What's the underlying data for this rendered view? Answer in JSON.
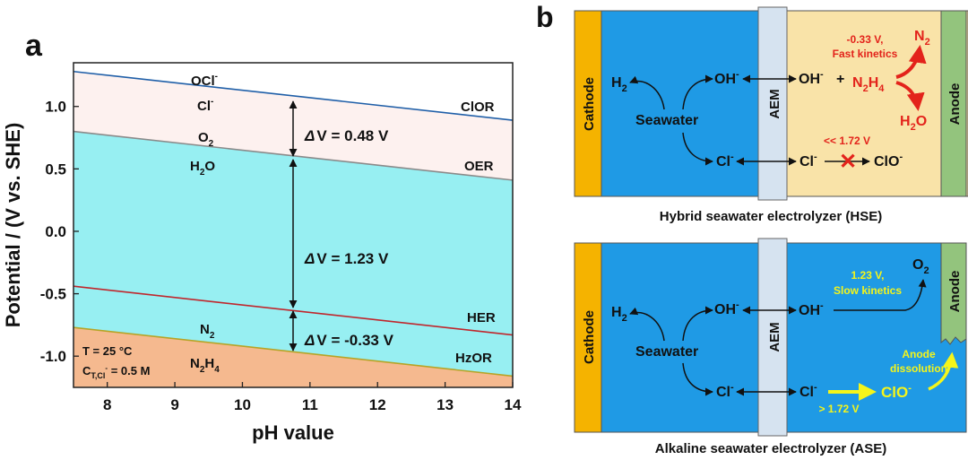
{
  "panel_a": {
    "label": "a",
    "y_axis_label": "Potential / (V vs. SHE)",
    "x_axis_label": "pH value",
    "x_ticks": [
      "8",
      "9",
      "10",
      "11",
      "12",
      "13",
      "14"
    ],
    "y_ticks": [
      "1.0",
      "0.5",
      "0.0",
      "-0.5",
      "-1.0"
    ],
    "line_labels": {
      "clor": "ClOR",
      "oer": "OER",
      "her": "HER",
      "hzor": "HzOR"
    },
    "species": {
      "ocl": "OCl",
      "ocl_sup": "-",
      "cl": "Cl",
      "cl_sup": "-",
      "o2": "O",
      "o2_sub": "2",
      "h2o_h": "H",
      "h2o_sub": "2",
      "h2o_o": "O",
      "n2": "N",
      "n2_sub": "2",
      "n2h4_a": "N",
      "n2h4_sub1": "2",
      "n2h4_b": "H",
      "n2h4_sub2": "4"
    },
    "dv_labels": {
      "dv1": "V = 0.48 V",
      "dv2": "V = 1.23 V",
      "dv3": "V = -0.33 V",
      "delta": "Δ"
    },
    "conditions": {
      "t_text": "T = 25 ",
      "t_unit": "°C",
      "c_text": "C",
      "c_sub": "T,Cl",
      "c_sup": "-",
      "c_value": " = 0.5 M"
    }
  },
  "chart_data": {
    "type": "line",
    "title": "",
    "xlabel": "pH value",
    "ylabel": "Potential / (V vs. SHE)",
    "xlim": [
      7.5,
      14
    ],
    "ylim": [
      -1.25,
      1.35
    ],
    "series": [
      {
        "name": "ClOR",
        "x": [
          7.5,
          14
        ],
        "y": [
          1.28,
          0.89
        ]
      },
      {
        "name": "OER",
        "x": [
          7.5,
          14
        ],
        "y": [
          0.8,
          0.41
        ]
      },
      {
        "name": "HER",
        "x": [
          7.5,
          14
        ],
        "y": [
          -0.44,
          -0.83
        ]
      },
      {
        "name": "HzOR",
        "x": [
          7.5,
          14
        ],
        "y": [
          -0.77,
          -1.16
        ]
      }
    ],
    "regions": {
      "top": "#fdf1ef",
      "middle": "#97eff2",
      "bottom": "#f5b98f"
    },
    "colors": {
      "clor": "#1f5fa8",
      "oer": "#8a8a8a",
      "her": "#c0262c",
      "hzor": "#b6a426"
    }
  },
  "panel_b": {
    "label": "b",
    "colors": {
      "cathode": "#f5b300",
      "electrolyte": "#1f9ae5",
      "hse_anolyte": "#f9e3a8",
      "anode": "#93c47d",
      "membrane": "#d6e3f0",
      "red": "#e3231b",
      "yellow": "#f5f51a"
    },
    "hse": {
      "caption": "Hybrid seawater electrolyzer (HSE)",
      "cathode": "Cathode",
      "membrane": "AEM",
      "anode": "Anode",
      "h2": "H",
      "h2_sub": "2",
      "seawater": "Seawater",
      "oh": "OH",
      "oh_sup": "-",
      "cl": "Cl",
      "cl_sup": "-",
      "oh_right": "OH",
      "plus": "+",
      "n2h4_a": "N",
      "n2h4_sub1": "2",
      "n2h4_b": "H",
      "n2h4_sub2": "4",
      "n2": "N",
      "n2_sub": "2",
      "h2o_h": "H",
      "h2o_sub": "2",
      "h2o_o": "O",
      "kinetics_1": "-0.33 V,",
      "kinetics_2": "Fast kinetics",
      "threshold": "<< 1.72 V",
      "cl_right": "Cl",
      "clo": "ClO",
      "clo_sup": "-",
      "blocked": "✕"
    },
    "ase": {
      "caption": "Alkaline seawater electrolyzer (ASE)",
      "cathode": "Cathode",
      "membrane": "AEM",
      "anode": "Anode",
      "h2": "H",
      "h2_sub": "2",
      "seawater": "Seawater",
      "oh": "OH",
      "oh_sup": "-",
      "cl": "Cl",
      "cl_sup": "-",
      "oh_right": "OH",
      "o2": "O",
      "o2_sub": "2",
      "kinetics_1": "1.23 V,",
      "kinetics_2": "Slow kinetics",
      "cl_right": "Cl",
      "clo": "ClO",
      "clo_sup": "-",
      "threshold": "> 1.72 V",
      "dissolution_1": "Anode",
      "dissolution_2": "dissolution"
    }
  }
}
